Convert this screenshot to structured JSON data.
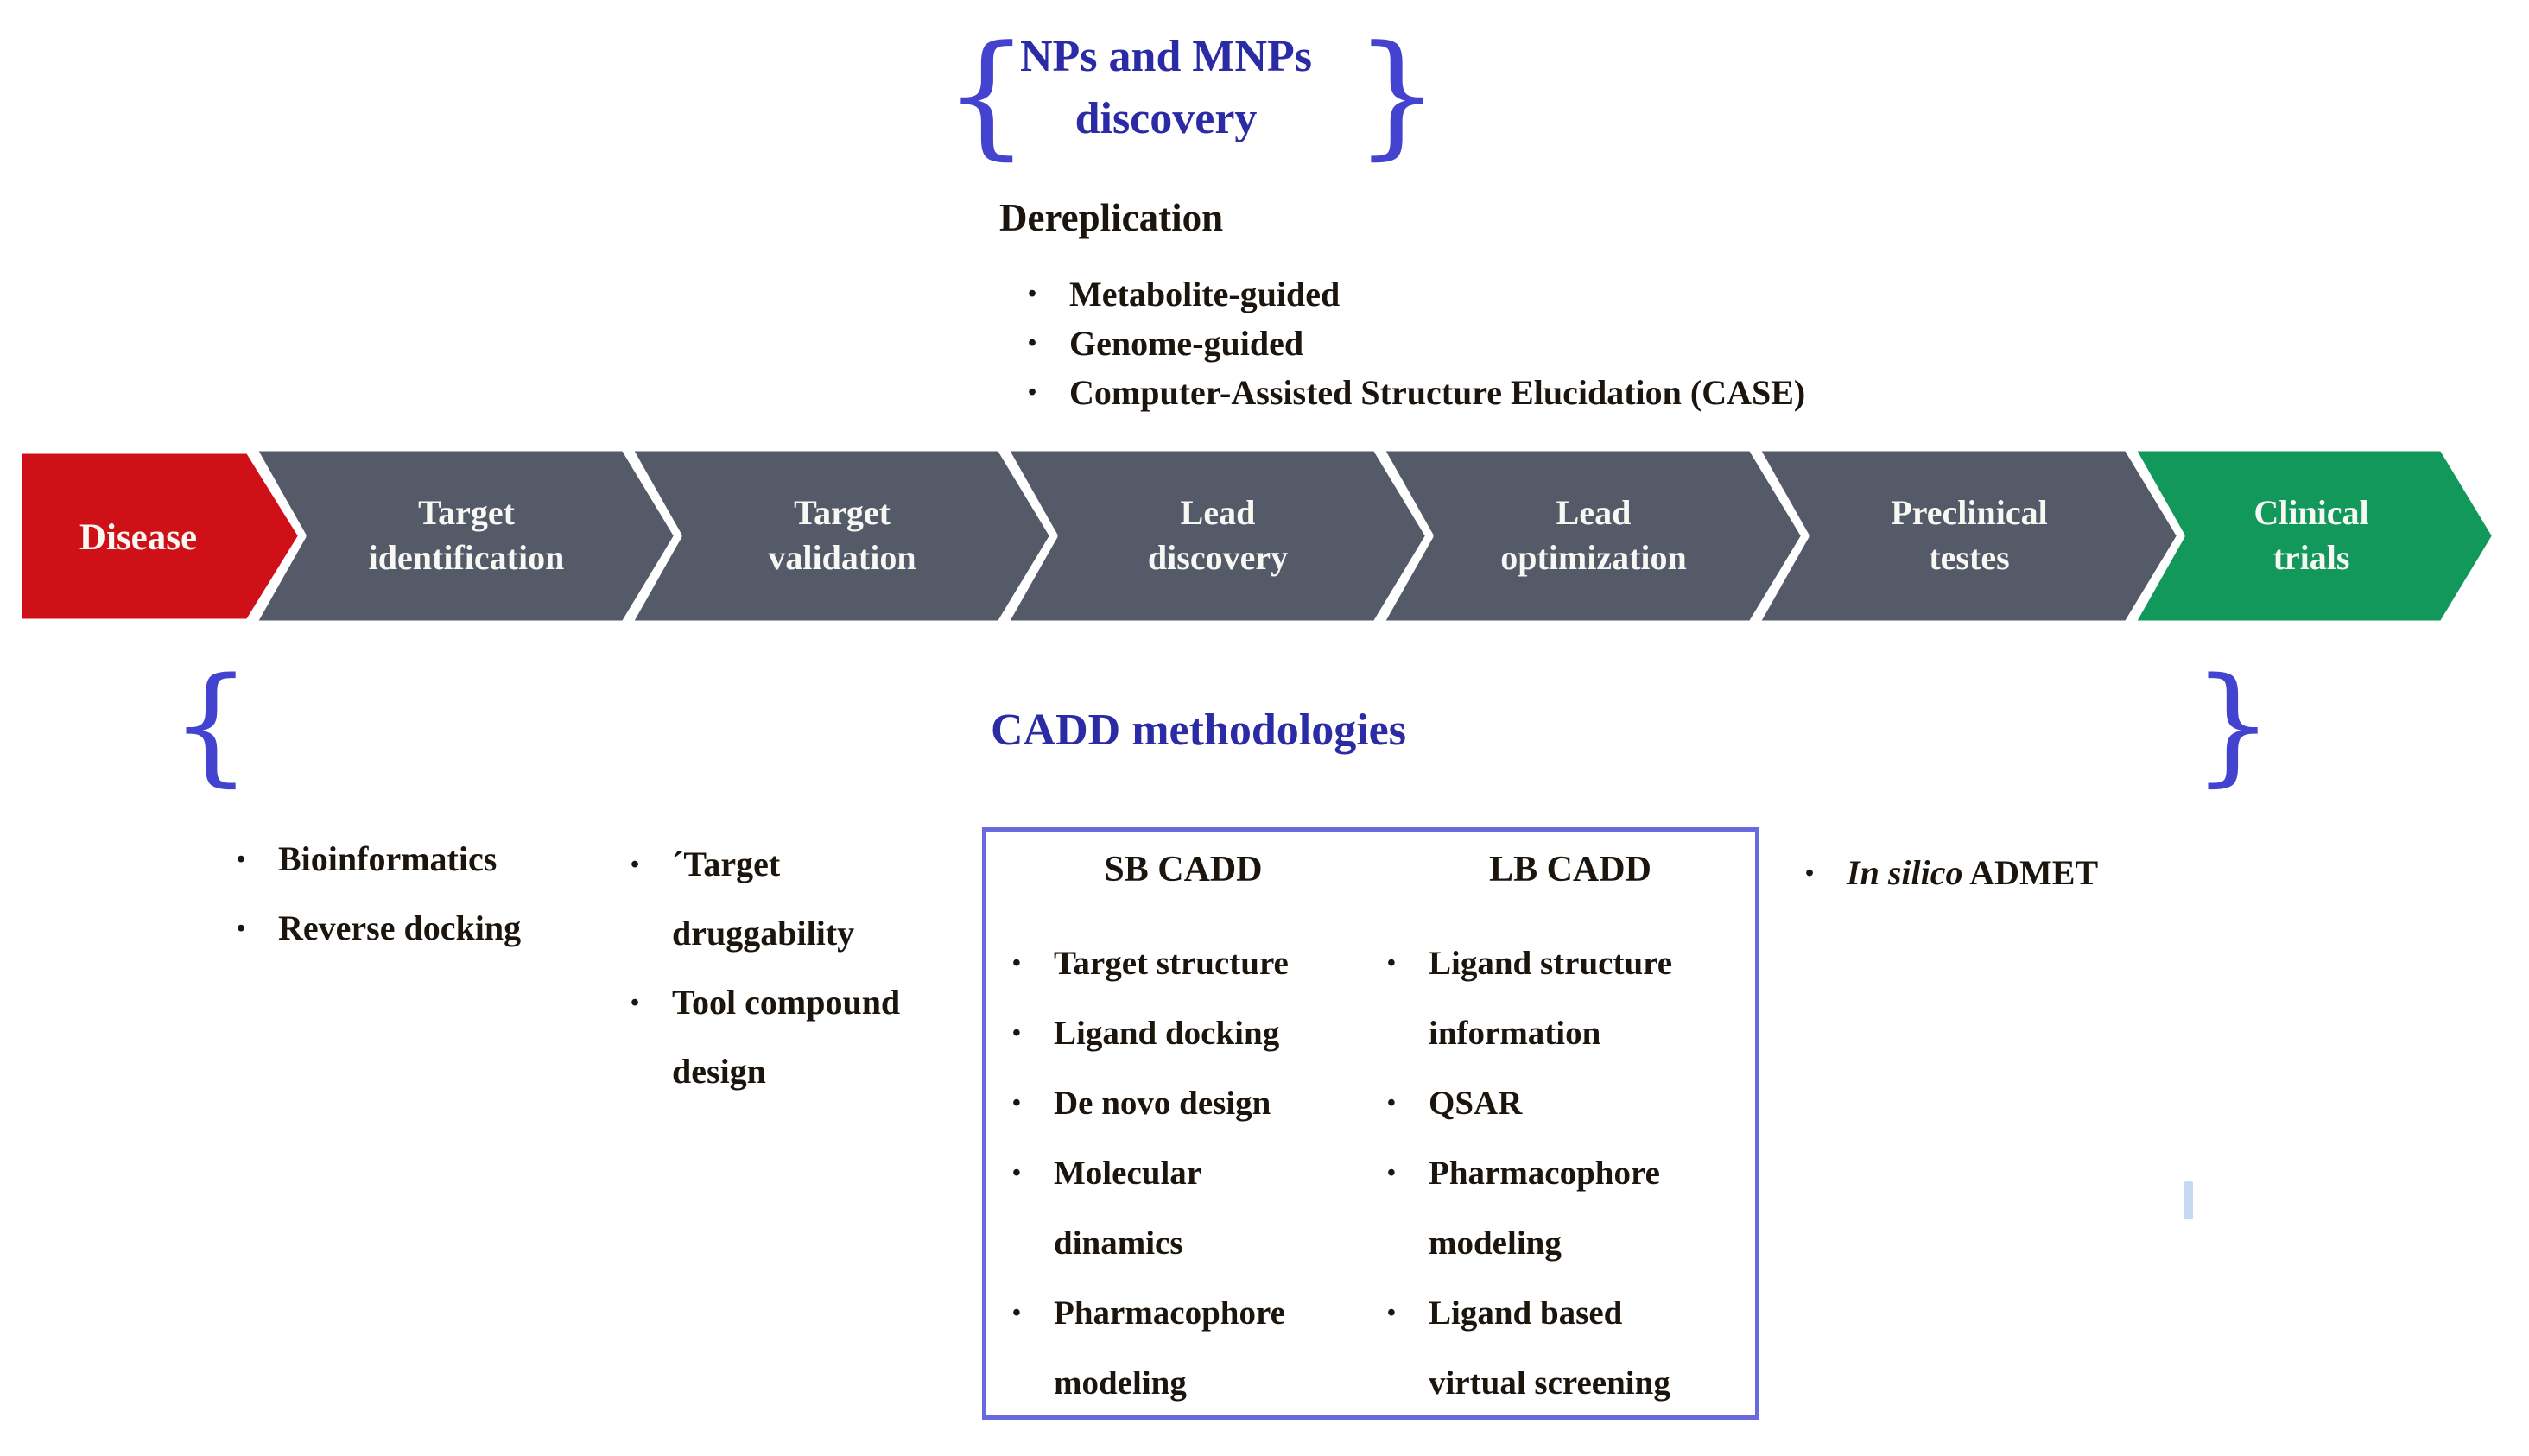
{
  "colors": {
    "background": "#FFFFFF",
    "accent_blue_text": "#2B2BA5",
    "brace_blue": "#4343CF",
    "box_border_blue": "#6A6AE0",
    "arrow_gray": "#555A68",
    "arrow_red": "#CF1016",
    "arrow_green": "#12985A",
    "arrow_label_white": "#F7F7F4",
    "body_text": "#1B150E"
  },
  "top_discovery": {
    "title": "NPs and MNPs\ndiscovery",
    "dereplication_heading": "Dereplication",
    "items": [
      "Metabolite-guided",
      "Genome-guided",
      "Computer-Assisted Structure Elucidation (CASE)"
    ]
  },
  "pipeline": {
    "stages": [
      {
        "line1": "Disease",
        "line2": "",
        "color": "#CF1016"
      },
      {
        "line1": "Target",
        "line2": "identification",
        "color": "#555A68"
      },
      {
        "line1": "Target",
        "line2": "validation",
        "color": "#555A68"
      },
      {
        "line1": "Lead",
        "line2": "discovery",
        "color": "#555A68"
      },
      {
        "line1": "Lead",
        "line2": "optimization",
        "color": "#555A68"
      },
      {
        "line1": "Preclinical",
        "line2": "testes",
        "color": "#555A68"
      },
      {
        "line1": "Clinical",
        "line2": "trials",
        "color": "#12985A"
      }
    ]
  },
  "cadd": {
    "title": "CADD methodologies",
    "col1_items": [
      "Bioinformatics",
      "Reverse docking"
    ],
    "col2_items": [
      "´Target\ndruggability",
      "Tool compound\ndesign"
    ],
    "box": {
      "sb_header": "SB CADD",
      "lb_header": "LB CADD",
      "sb_items": [
        "Target structure",
        "Ligand docking",
        "De novo design",
        "Molecular\ndinamics",
        "Pharmacophore\nmodeling"
      ],
      "lb_items": [
        "Ligand structure\ninformation",
        "QSAR",
        "Pharmacophore\nmodeling",
        "Ligand based\nvirtual screening"
      ]
    },
    "admet_italic": "In silico",
    "admet_rest": " ADMET"
  },
  "braces": {
    "top_left": "{",
    "top_right": "}",
    "bottom_left": "{",
    "bottom_right": "}"
  }
}
